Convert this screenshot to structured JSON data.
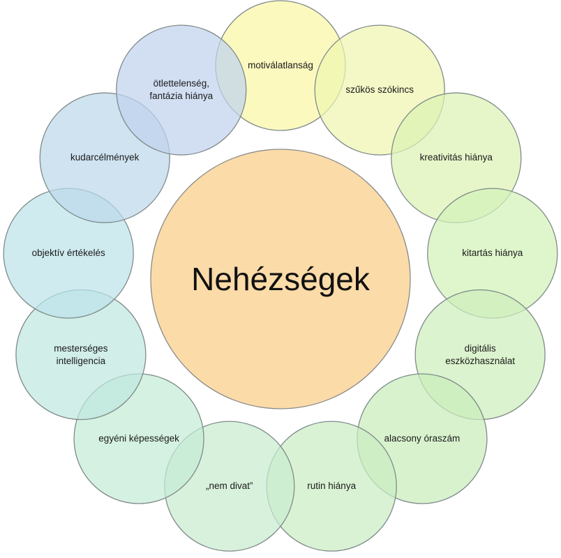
{
  "center": {
    "label": "Nehézségek",
    "color": "#fbdba8"
  },
  "items": [
    {
      "label": "motiválatlanság",
      "color": "#fbf6a6"
    },
    {
      "label": "szűkös szókincs",
      "color": "#eef5b0"
    },
    {
      "label": "kreativitás hiánya",
      "color": "#dcf3b4"
    },
    {
      "label": "kitartás hiánya",
      "color": "#d3f1b8"
    },
    {
      "label": "digitális\neszközhasználat",
      "color": "#cdefbb"
    },
    {
      "label": "alacsony óraszám",
      "color": "#c9edbb"
    },
    {
      "label": "rutin hiánya",
      "color": "#cbedc3"
    },
    {
      "label": "„nem divat”",
      "color": "#c9ebd0"
    },
    {
      "label": "egyéni képességek",
      "color": "#c5ebd6"
    },
    {
      "label": "mesterséges\nintelligencia",
      "color": "#bfe8df"
    },
    {
      "label": "objektív értékelés",
      "color": "#bde3ea"
    },
    {
      "label": "kudarcélmények",
      "color": "#bcd8ea"
    },
    {
      "label": "ötlettelenség,\nfantázia hiánya",
      "color": "#c1d2ee"
    }
  ]
}
